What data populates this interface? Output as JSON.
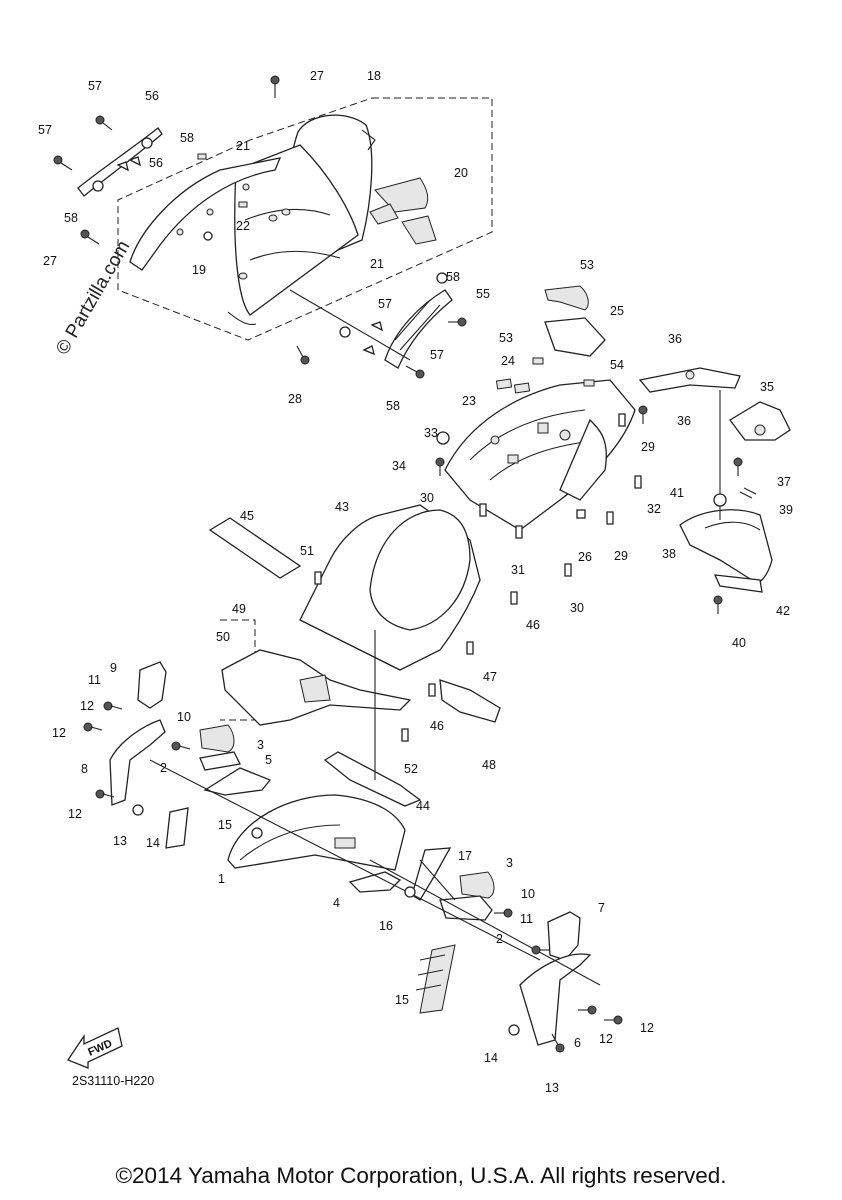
{
  "watermark": "© Partzilla.com",
  "diagram_code": "2S31110-H220",
  "fwd_label": "FWD",
  "copyright": "©2014 Yamaha Motor Corporation, U.S.A. All rights reserved.",
  "callouts": [
    "1",
    "2",
    "2",
    "3",
    "3",
    "4",
    "5",
    "6",
    "7",
    "8",
    "9",
    "10",
    "10",
    "11",
    "11",
    "12",
    "12",
    "12",
    "12",
    "12",
    "13",
    "13",
    "14",
    "14",
    "15",
    "15",
    "16",
    "17",
    "18",
    "19",
    "20",
    "21",
    "21",
    "22",
    "23",
    "24",
    "25",
    "26",
    "27",
    "27",
    "28",
    "29",
    "29",
    "30",
    "30",
    "31",
    "32",
    "33",
    "34",
    "35",
    "36",
    "36",
    "37",
    "38",
    "39",
    "40",
    "41",
    "42",
    "43",
    "44",
    "45",
    "46",
    "46",
    "47",
    "48",
    "49",
    "50",
    "51",
    "52",
    "53",
    "53",
    "54",
    "55",
    "56",
    "56",
    "57",
    "57",
    "57",
    "57",
    "58",
    "58",
    "58",
    "58"
  ]
}
